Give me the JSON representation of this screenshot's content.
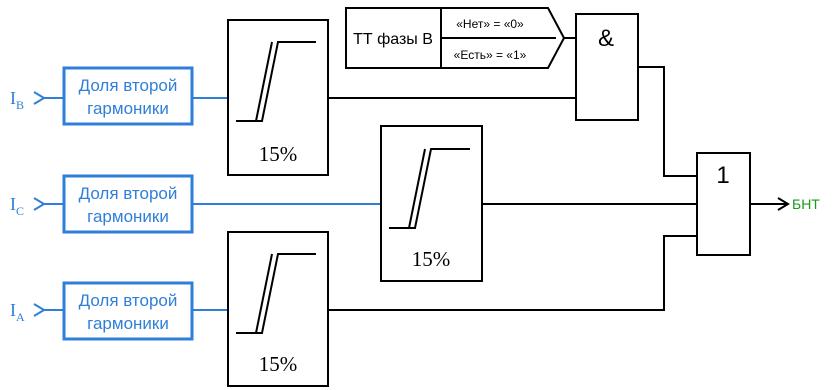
{
  "inputs": [
    {
      "label": "I",
      "sub": "B",
      "block": "Доля второй гармоники",
      "line1": "Доля второй",
      "line2": "гармоники"
    },
    {
      "label": "I",
      "sub": "C",
      "block": "Доля второй гармоники",
      "line1": "Доля второй",
      "line2": "гармоники"
    },
    {
      "label": "I",
      "sub": "A",
      "block": "Доля второй гармоники",
      "line1": "Доля второй",
      "line2": "гармоники"
    }
  ],
  "thresholds": [
    {
      "value": "15%"
    },
    {
      "value": "15%"
    },
    {
      "value": "15%"
    }
  ],
  "tt_block": {
    "label": "ТТ фазы В",
    "option_no": "«Нет» = «0»",
    "option_yes": "«Есть» = «1»"
  },
  "and_gate": {
    "symbol": "&"
  },
  "or_gate": {
    "symbol": "1"
  },
  "output": {
    "label": "БНТ",
    "color": "#1a9a1a"
  },
  "colors": {
    "input_blue": "#2f7fd8",
    "line_black": "#000000"
  }
}
